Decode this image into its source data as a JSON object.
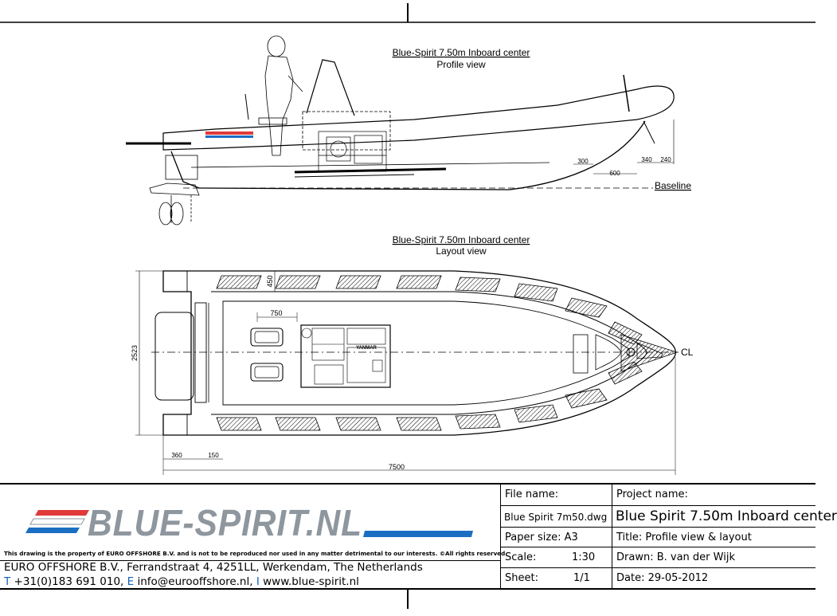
{
  "profile": {
    "title": "Blue-Spirit 7.50m Inboard center",
    "subtitle": "Profile view",
    "baseline_label": "Baseline",
    "dims": [
      "300",
      "600",
      "340",
      "240"
    ]
  },
  "layout": {
    "title": "Blue-Spirit 7.50m Inboard center",
    "subtitle": "Layout view",
    "cl_label": "CL",
    "dim_width": "2523",
    "dim_tube": "450",
    "dim_seat": "750",
    "dim_360": "360",
    "dim_150": "150",
    "dim_length": "7500",
    "engine_badge": "YANMAR"
  },
  "titleblock": {
    "logo_text": "BLUE-SPIRIT.NL",
    "disclaimer": "This drawing is the property of EURO OFFSHORE B.V. and is not to be reproduced nor used in any matter detrimental to our interests. ©All rights reserved.",
    "address": "EURO OFFSHORE B.V., Ferrandstraat 4, 4251LL, Werkendam, The Netherlands",
    "phone_letter": "T",
    "phone": "+31(0)183 691 010,",
    "email_letter": "E",
    "email": "info@eurooffshore.nl,",
    "web_letter": "I",
    "web": "www.blue-spirit.nl",
    "file_name_label": "File name:",
    "file_name": "Blue Spirit 7m50.dwg",
    "paper_size": "Paper size: A3",
    "scale_label": "Scale:",
    "scale": "1:30",
    "sheet_label": "Sheet:",
    "sheet": "1/1",
    "project_label": "Project name:",
    "project": "Blue Spirit 7.50m Inboard center",
    "title_line": "Title:   Profile view & layout",
    "drawn": "Drawn: B. van der Wijk",
    "date": "Date:  29-05-2012"
  },
  "colors": {
    "logo_red": "#e03a3a",
    "logo_blue": "#1b6fc2",
    "logo_gray": "#8e969e"
  }
}
